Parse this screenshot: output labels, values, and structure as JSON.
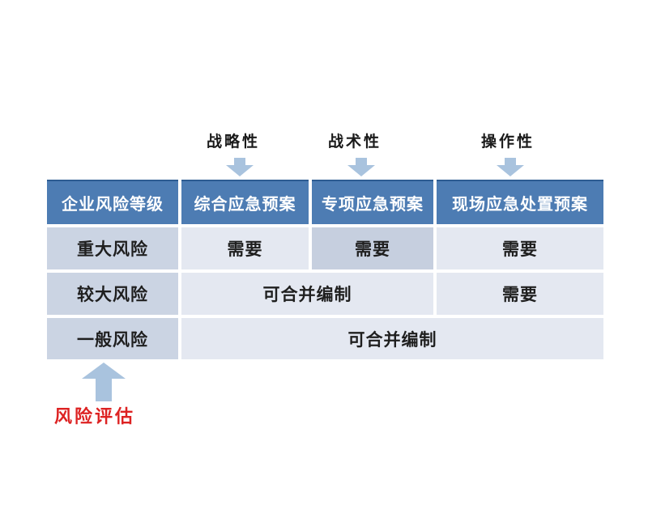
{
  "annotations": {
    "top_labels": [
      {
        "text": "战略性"
      },
      {
        "text": "战术性"
      },
      {
        "text": "操作性"
      }
    ],
    "bottom_label": "风险评估"
  },
  "table": {
    "headers": [
      "企业风险等级",
      "综合应急预案",
      "专项应急预案",
      "现场应急处置预案"
    ],
    "rows": [
      {
        "level": "重大风险",
        "cells": [
          "需要",
          "需要",
          "需要"
        ]
      },
      {
        "level": "较大风险",
        "cells": [
          "可合并编制",
          "需要"
        ]
      },
      {
        "level": "一般风险",
        "cells": [
          "可合并编制"
        ]
      }
    ]
  },
  "colors": {
    "header_bg": "#4d7cb3",
    "header_top_border": "#2d5c92",
    "header_text": "#ffffff",
    "row_label_bg": "#cbd4e3",
    "data_cell_bg": "#e4e8f1",
    "highlight_cell_bg": "#c6cfdf",
    "cell_text": "#1f1f1f",
    "arrow_fill": "#a9c3de",
    "annotation_red": "#dd2222"
  }
}
